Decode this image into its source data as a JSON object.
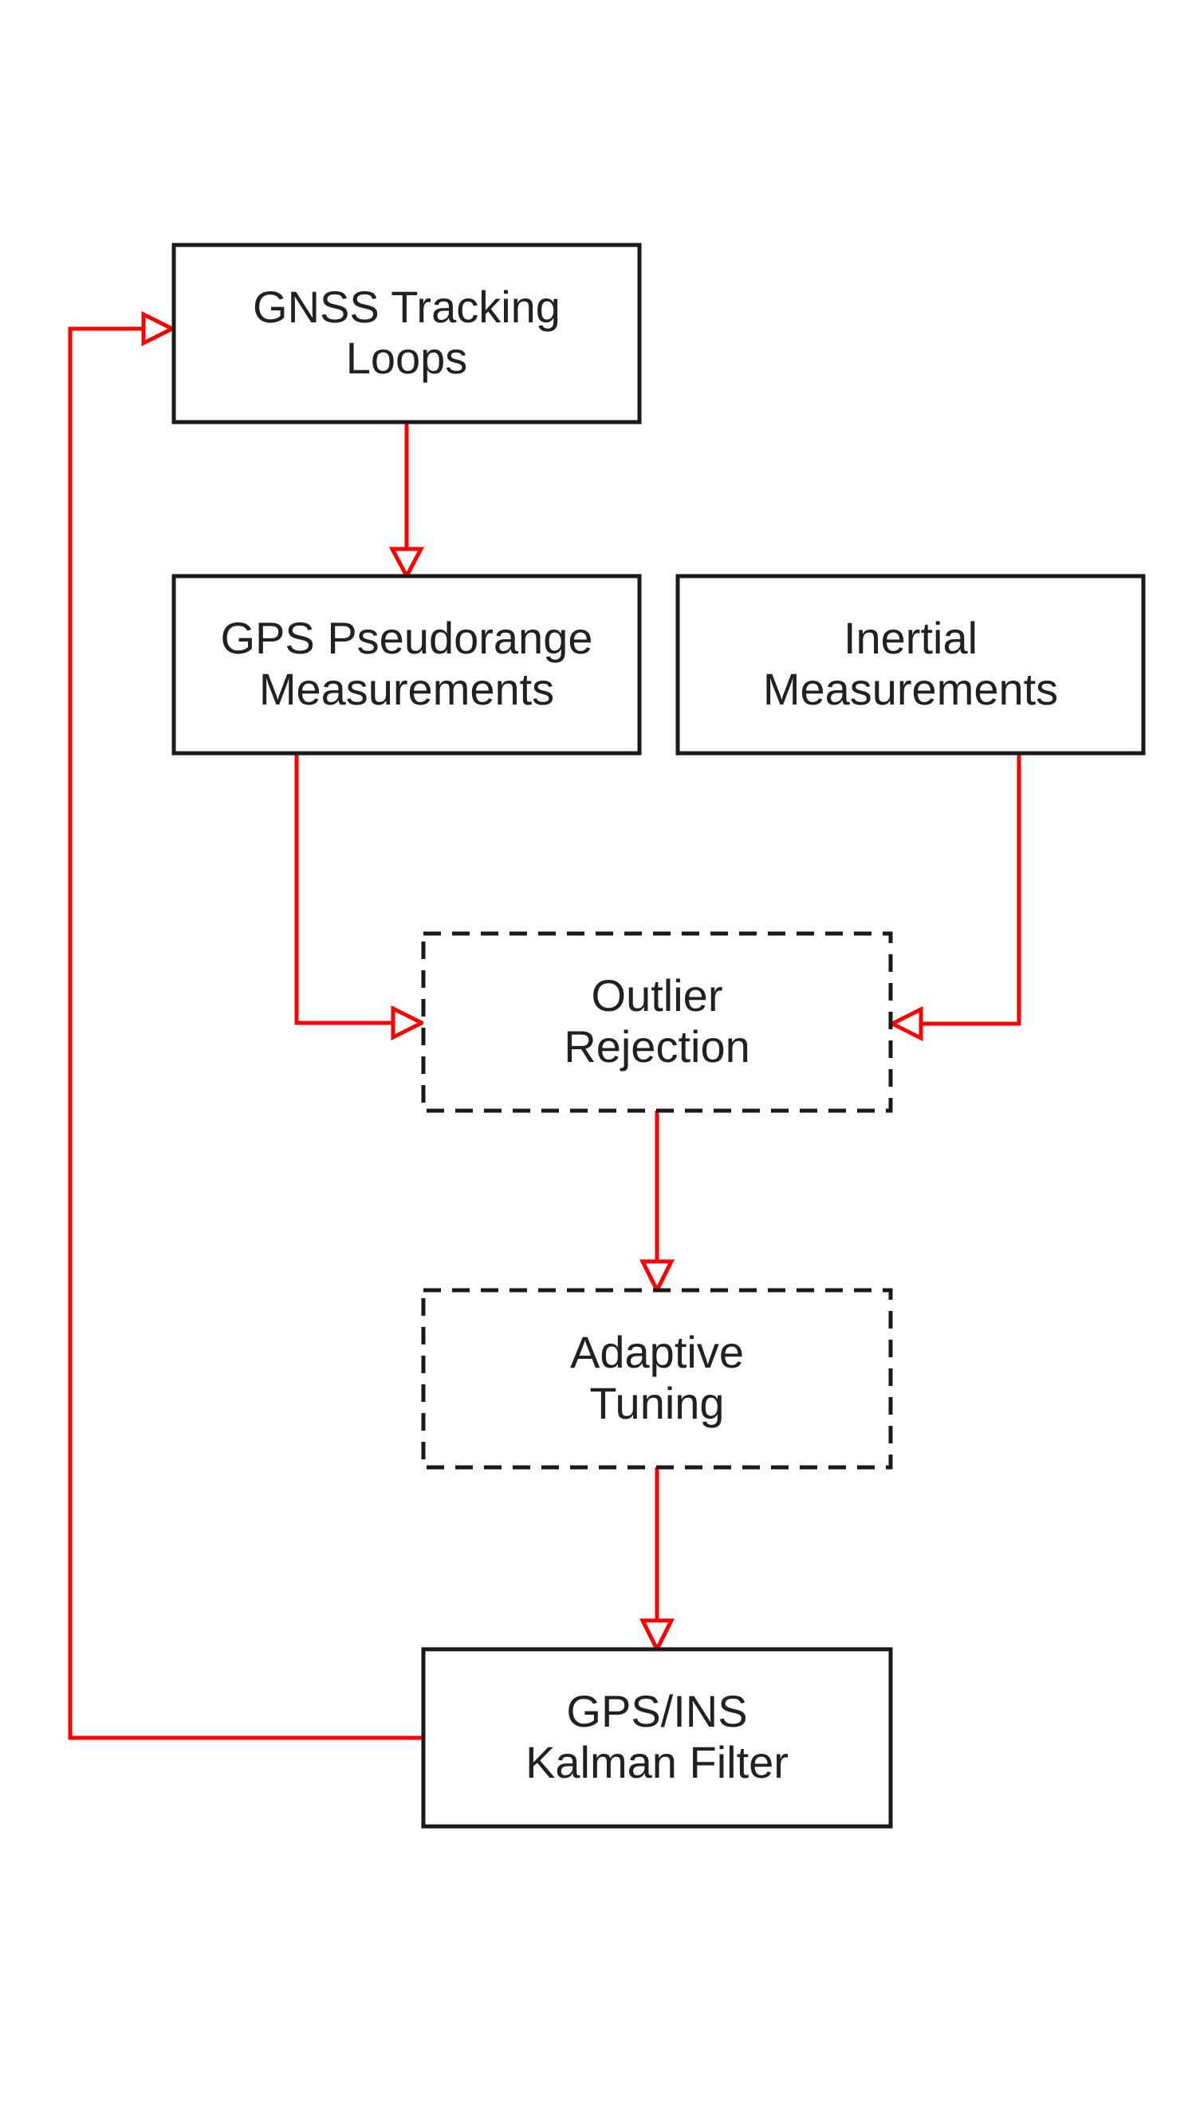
{
  "diagram": {
    "type": "flowchart",
    "background": "#ffffff",
    "nodes": [
      {
        "id": "gnss-tracking-loops",
        "line1": "GNSS Tracking",
        "line2": "Loops",
        "border": "solid"
      },
      {
        "id": "gps-pseudorange-measurements",
        "line1": "GPS Pseudorange",
        "line2": "Measurements",
        "border": "solid"
      },
      {
        "id": "inertial-measurements",
        "line1": "Inertial",
        "line2": "Measurements",
        "border": "solid"
      },
      {
        "id": "outlier-rejection",
        "line1": "Outlier",
        "line2": "Rejection",
        "border": "dashed"
      },
      {
        "id": "adaptive-tuning",
        "line1": "Adaptive",
        "line2": "Tuning",
        "border": "dashed"
      },
      {
        "id": "gps-ins-kalman-filter",
        "line1": "GPS/INS",
        "line2": "Kalman Filter",
        "border": "solid"
      }
    ],
    "edges": [
      {
        "from": "gnss-tracking-loops",
        "to": "gps-pseudorange-measurements",
        "type": "forward"
      },
      {
        "from": "gps-pseudorange-measurements",
        "to": "outlier-rejection",
        "type": "forward"
      },
      {
        "from": "inertial-measurements",
        "to": "outlier-rejection",
        "type": "forward"
      },
      {
        "from": "outlier-rejection",
        "to": "adaptive-tuning",
        "type": "forward"
      },
      {
        "from": "adaptive-tuning",
        "to": "gps-ins-kalman-filter",
        "type": "forward"
      },
      {
        "from": "gps-ins-kalman-filter",
        "to": "gnss-tracking-loops",
        "type": "feedback"
      }
    ],
    "colors": {
      "arrow": "#ff0000",
      "box_border": "#1a1a1a",
      "text": "#212121",
      "background": "#ffffff"
    }
  }
}
